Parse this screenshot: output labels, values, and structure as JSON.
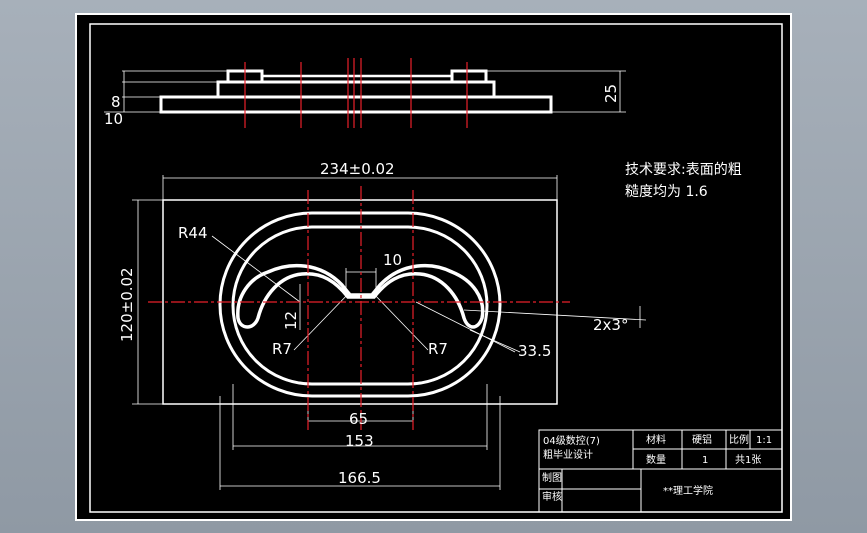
{
  "colors": {
    "background": "#000000",
    "frame": "#ffffff",
    "centerline": "#e8202a",
    "dimension": "#ffffff",
    "viewport": "#9aa3ad"
  },
  "side_view": {
    "dim_8": "8",
    "dim_10": "10",
    "dim_25": "25"
  },
  "top_view": {
    "dim_width": "234±0.02",
    "dim_height": "120±0.02",
    "dim_r44": "R44",
    "dim_10": "10",
    "dim_12": "12",
    "dim_r7_left": "R7",
    "dim_r7_right": "R7",
    "dim_33_5": "33.5",
    "dim_chamfer": "2x3°",
    "dim_65": "65",
    "dim_153": "153",
    "dim_166_5": "166.5"
  },
  "notes": {
    "line1": "技术要求:表面的粗",
    "line2": "糙度均为 1.6"
  },
  "title_block": {
    "project_line1": "04级数控(7)",
    "project_line2": "粗毕业设计",
    "material_label": "材料",
    "material_value": "硬铝",
    "scale_label": "比例",
    "scale_value": "1:1",
    "quantity_label": "数量",
    "quantity_value": "1",
    "sheets_value": "共1张",
    "drawn_label": "制图",
    "checked_label": "审核",
    "institution": "**理工学院"
  }
}
